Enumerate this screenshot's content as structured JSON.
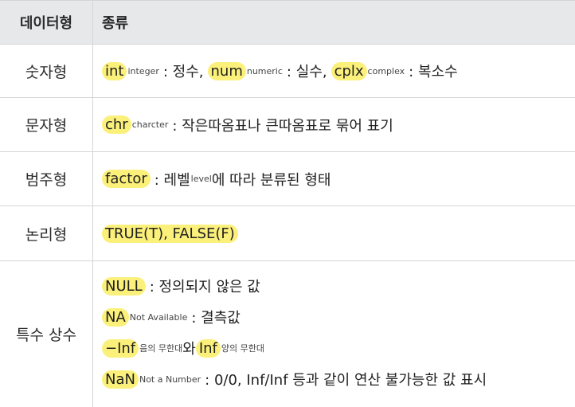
{
  "header": {
    "col_type": "데이터형",
    "col_kind": "종류"
  },
  "rows": {
    "numeric": {
      "type": "숫자형",
      "int": "int",
      "int_sub": "integer",
      "int_desc": ": 정수,",
      "num": "num",
      "num_sub": "numeric",
      "num_desc": ": 실수,",
      "cplx": "cplx",
      "cplx_sub": "complex",
      "cplx_desc": ": 복소수"
    },
    "character": {
      "type": "문자형",
      "chr": "chr",
      "chr_sub": "charcter",
      "desc": ": 작은따옴표나 큰따옴표로 묶어 표기"
    },
    "factor": {
      "type": "범주형",
      "factor": "factor",
      "desc1": ": 레벨",
      "level_sub": "level",
      "desc2": "에 따라 분류된 형태"
    },
    "logical": {
      "type": "논리형",
      "values": "TRUE(T), FALSE(F)"
    },
    "special": {
      "type": "특수 상수",
      "null": "NULL",
      "null_desc": ": 정의되지 않은 값",
      "na": "NA",
      "na_sub": "Not Available",
      "na_desc": ": 결측값",
      "neg_inf": "−Inf",
      "neg_inf_sub": "음의 무한대",
      "and": "와",
      "inf": "Inf",
      "inf_sub": "양의 무한대",
      "nan": "NaN",
      "nan_sub": "Not a Number",
      "nan_desc": ": 0/0, Inf/Inf 등과 같이 연산 불가능한 값 표시"
    }
  },
  "colors": {
    "highlight": "#fbf07a",
    "header_bg": "#e6e8ea",
    "border": "#d5d5d5"
  }
}
